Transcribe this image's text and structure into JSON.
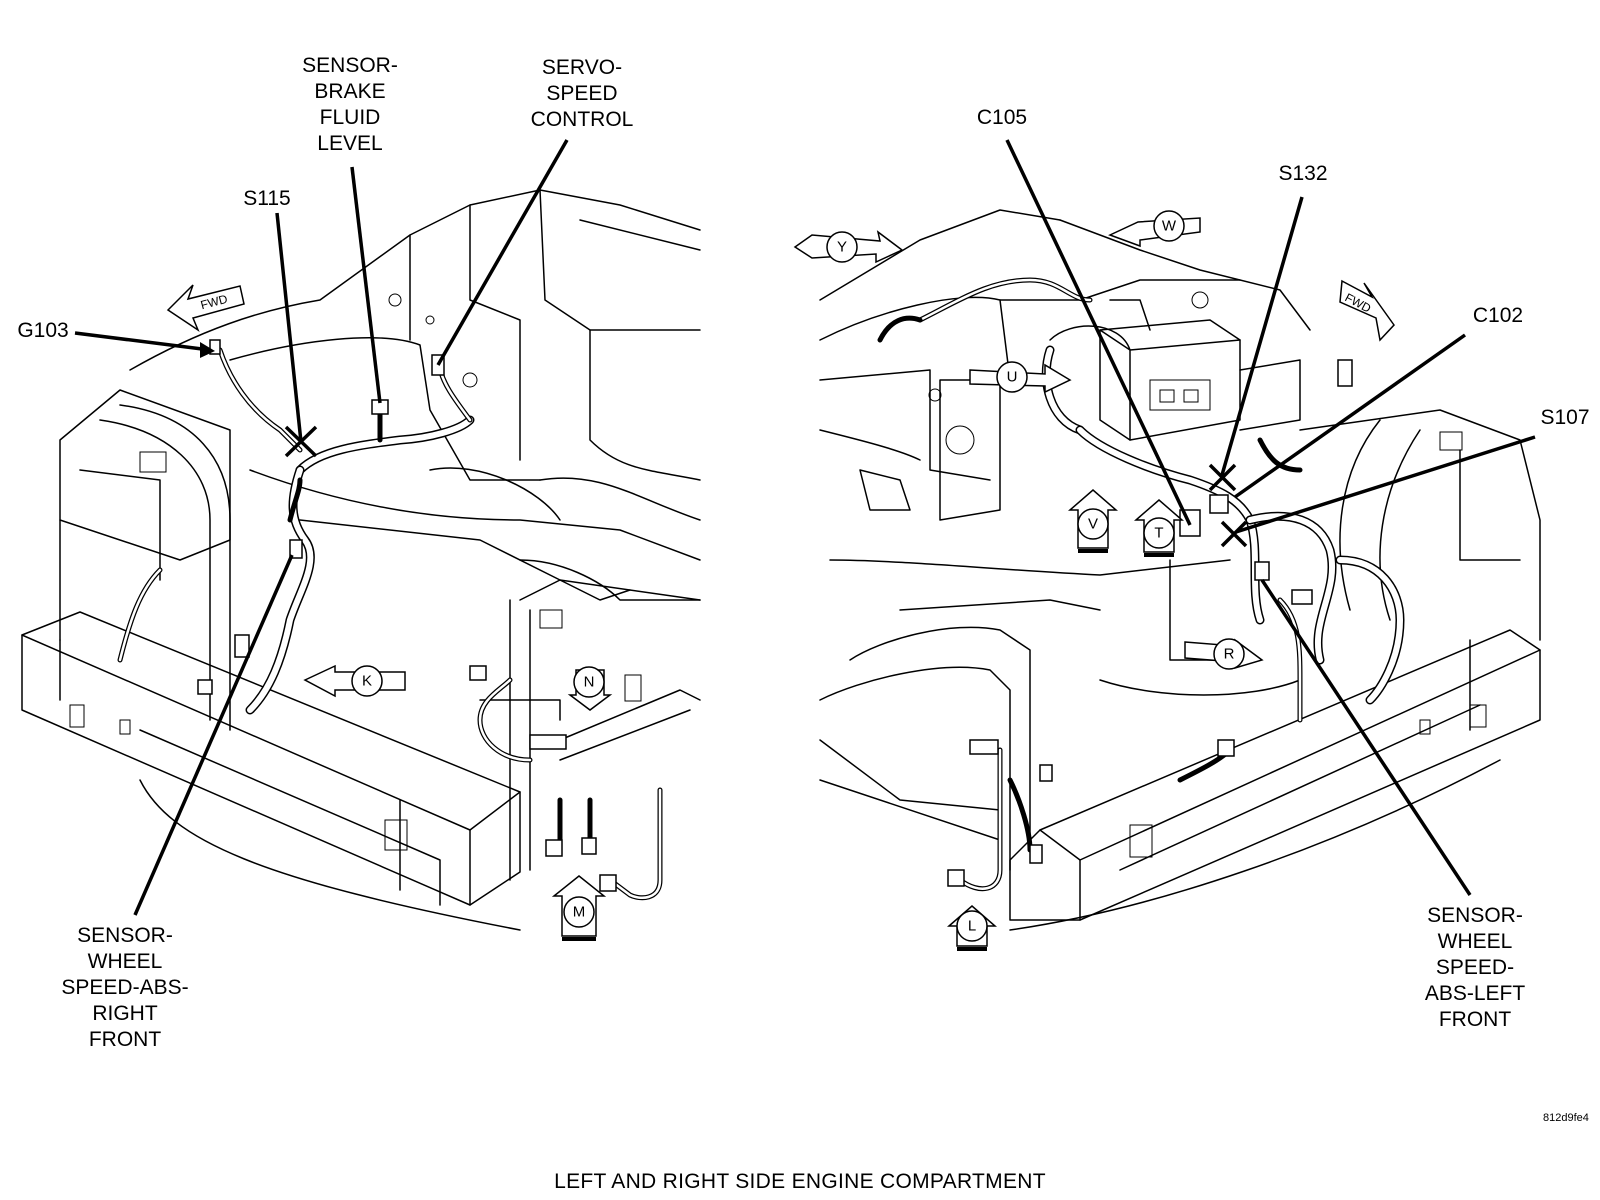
{
  "labels": {
    "sensor_brake_fluid": [
      "SENSOR-",
      "BRAKE",
      "FLUID",
      "LEVEL"
    ],
    "servo_speed_control": [
      "SERVO-",
      "SPEED",
      "CONTROL"
    ],
    "s115": "S115",
    "g103": "G103",
    "sensor_wheel_right": [
      "SENSOR-",
      "WHEEL",
      "SPEED-ABS-",
      "RIGHT",
      "FRONT"
    ],
    "c105": "C105",
    "s132": "S132",
    "c102": "C102",
    "s107": "S107",
    "sensor_wheel_left": [
      "SENSOR-",
      "WHEEL",
      "SPEED-",
      "ABS-LEFT",
      "FRONT"
    ]
  },
  "view_markers": {
    "left": [
      "K",
      "N",
      "M"
    ],
    "right": [
      "Y",
      "W",
      "U",
      "V",
      "T",
      "R",
      "L"
    ],
    "fwd": "FWD"
  },
  "figure_code": "812d9fe4",
  "caption": "LEFT AND RIGHT SIDE ENGINE COMPARTMENT"
}
